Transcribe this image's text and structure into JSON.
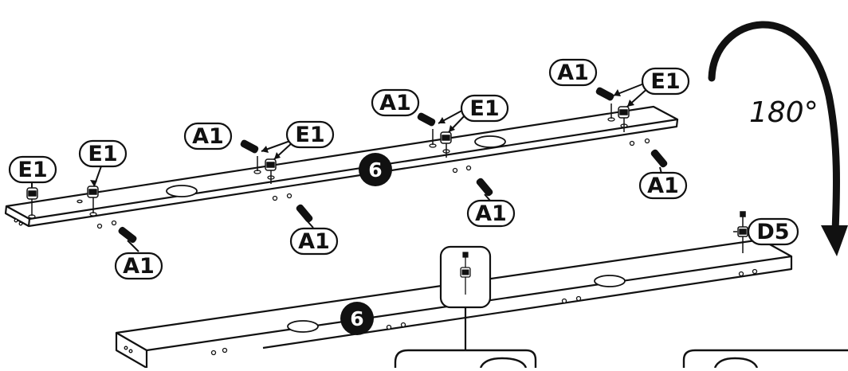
{
  "parts": {
    "A1": "A1",
    "E1": "E1",
    "D5": "D5",
    "panel_number": "6"
  },
  "rotation": {
    "label": "180°"
  },
  "colors": {
    "line": "#111111",
    "background": "#ffffff"
  }
}
